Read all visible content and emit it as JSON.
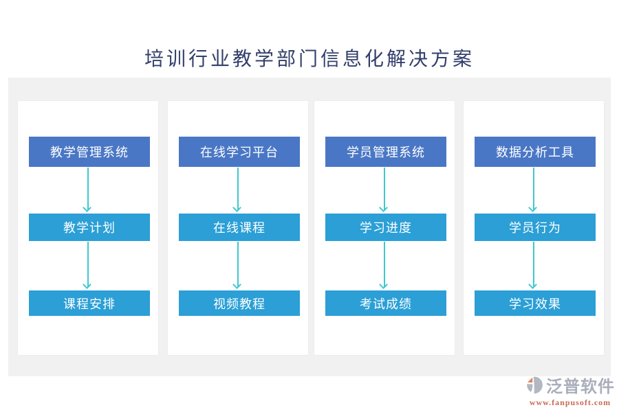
{
  "title": "培训行业教学部门信息化解决方案",
  "columns": [
    {
      "header": "教学管理系统",
      "items": [
        "教学计划",
        "课程安排"
      ]
    },
    {
      "header": "在线学习平台",
      "items": [
        "在线课程",
        "视频教程"
      ]
    },
    {
      "header": "学员管理系统",
      "items": [
        "学习进度",
        "考试成绩"
      ]
    },
    {
      "header": "数据分析工具",
      "items": [
        "学员行为",
        "学习效果"
      ]
    }
  ],
  "footer": {
    "brand": "泛普软件",
    "url": "www.fanpusoft.com"
  },
  "colors": {
    "title_text": "#333f6b",
    "header_box": "#4a77c5",
    "item_box": "#2b9fd6",
    "arrow": "#3fc8cf",
    "panel_background": "#f1f1f2",
    "brand_text": "#a9aebb",
    "url_text": "#c96a55"
  }
}
